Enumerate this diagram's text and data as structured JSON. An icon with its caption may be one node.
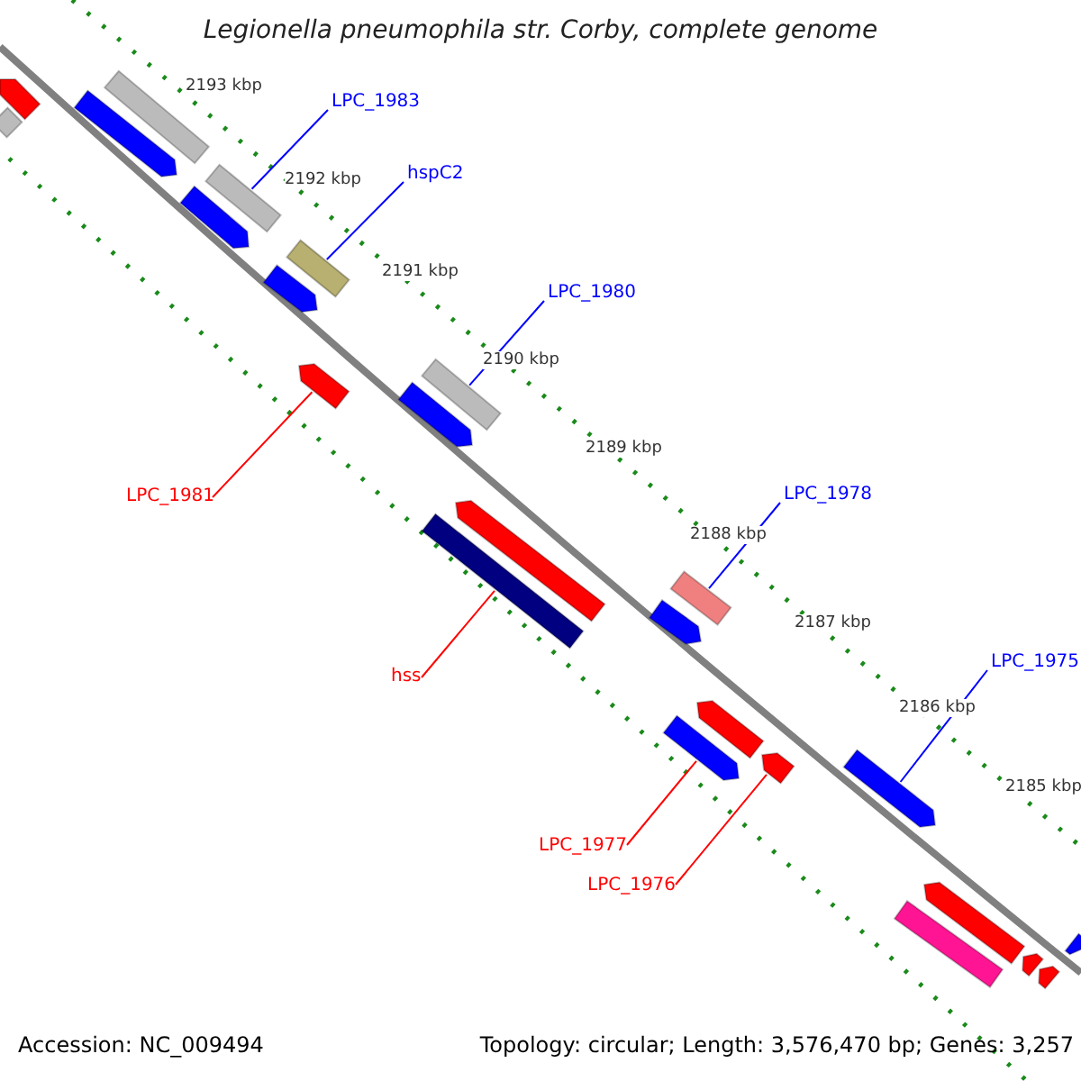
{
  "diagram": {
    "title": "Legionella pneumophila str. Corby, complete genome",
    "nodes": [
      {
        "text": [
          "LPC_1983"
        ]
      },
      {
        "text": [],
        "shape": "bar"
      },
      {
        "text": [
          "hspC2"
        ]
      },
      {
        "text": [],
        "shape": "bar"
      },
      {
        "text": [
          "LPC_1980"
        ]
      },
      {
        "text": [],
        "shape": "bar"
      },
      {
        "text": [
          "LPC_1981"
        ]
      },
      {
        "text": [],
        "shape": "bar"
      },
      {
        "text": [
          "LPC_1978"
        ]
      },
      {
        "text": [],
        "shape": "bar"
      },
      {
        "text": [
          "hss"
        ]
      },
      {
        "text": [],
        "shape": "bar"
      },
      {
        "text": [
          "LPC_1975"
        ]
      },
      {
        "text": [],
        "shape": "bar"
      },
      {
        "text": [
          "LPC_1977"
        ]
      },
      {
        "text": [],
        "shape": "bar"
      },
      {
        "text": [
          "LPC_1976"
        ]
      },
      {
        "text": [],
        "shape": "bar"
      },
      {
        "text": [],
        "shape": "bar"
      },
      {
        "text": [],
        "shape": "bar"
      },
      {
        "text": [],
        "shape": "bar"
      },
      {
        "text": [],
        "shape": "bar"
      },
      {
        "text": [],
        "shape": "bar"
      },
      {
        "text": [],
        "shape": "bar"
      },
      {
        "text": [],
        "shape": "bar"
      },
      {
        "text": [],
        "shape": "bar"
      },
      {
        "text": [],
        "shape": "bar"
      },
      {
        "text": [],
        "shape": "bar"
      },
      {
        "text": [],
        "shape": "bar"
      },
      {
        "text": [],
        "shape": "bar"
      },
      {
        "text": [],
        "shape": "bar"
      },
      {
        "text": [],
        "shape": "bar"
      },
      {
        "text": [],
        "shape": "bar"
      }
    ],
    "edges": [
      {
        "from": 0,
        "to": 1,
        "arrow": "none"
      },
      {
        "from": 2,
        "to": 3,
        "arrow": "none"
      },
      {
        "from": 4,
        "to": 5,
        "arrow": "none"
      },
      {
        "from": 6,
        "to": 7,
        "arrow": "none",
        "color": "#ff0000"
      },
      {
        "from": 8,
        "to": 9,
        "arrow": "none"
      },
      {
        "from": 10,
        "to": 11,
        "arrow": "none",
        "color": "#ff0000"
      },
      {
        "from": 12,
        "to": 13,
        "arrow": "none"
      },
      {
        "from": 14,
        "to": 15,
        "arrow": "none",
        "color": "#ff0000"
      },
      {
        "from": 16,
        "to": 17,
        "arrow": "none",
        "color": "#ff0000"
      }
    ],
    "labels": [
      "2193 kbp",
      "2192 kbp",
      "2191 kbp",
      "2190 kbp",
      "2189 kbp",
      "2188 kbp",
      "2187 kbp",
      "2186 kbp",
      "2185 kbp",
      "Accession: NC_009494",
      "Topology: circular; Length: 3,576,470 bp; Genes: 3,257"
    ]
  }
}
